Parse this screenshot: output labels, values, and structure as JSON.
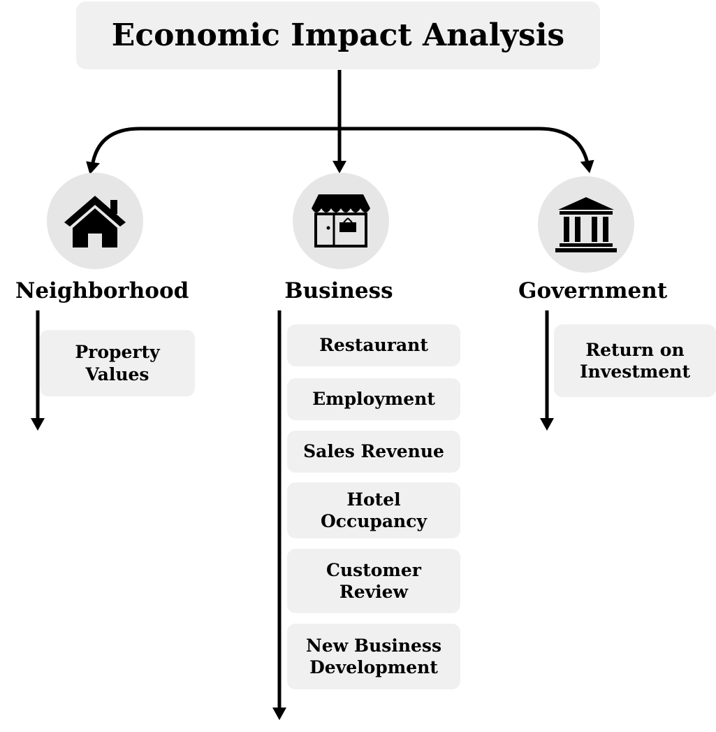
{
  "title": "Economic Impact Analysis",
  "categories": [
    {
      "label": "Neighborhood",
      "icon": "house-icon",
      "items": [
        "Property\nValues"
      ]
    },
    {
      "label": "Business",
      "icon": "storefront-icon",
      "items": [
        "Restaurant",
        "Employment",
        "Sales Revenue",
        "Hotel\nOccupancy",
        "Customer\nReview",
        "New Business\nDevelopment"
      ]
    },
    {
      "label": "Government",
      "icon": "government-building-icon",
      "items": [
        "Return on\nInvestment"
      ]
    }
  ],
  "colors": {
    "box_fill": "#f0f0f0",
    "circle_fill": "#e6e6e6",
    "line": "#000000"
  }
}
